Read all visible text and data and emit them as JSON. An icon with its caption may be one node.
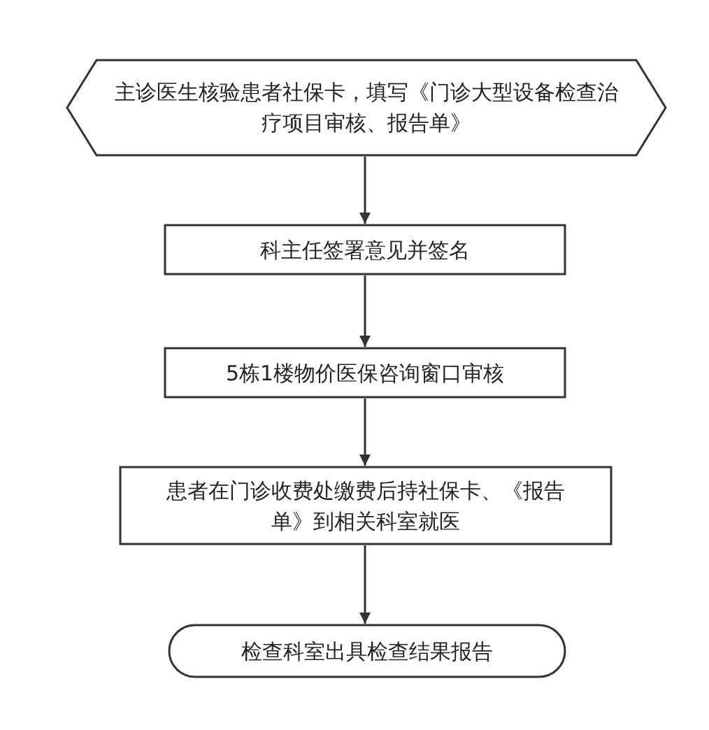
{
  "diagram": {
    "nodes": [
      {
        "text": [
          "主诊医生核验患者社保卡，填写《门诊大型设备检查治疗项目审核、报告单》"
        ]
      },
      {
        "text": [
          "科主任签署意见并签名"
        ]
      },
      {
        "text": [
          "5栋1楼物价医保咨询窗口审核"
        ]
      },
      {
        "text": [
          "患者在门诊收费处缴费后持社保卡、《报告单》到相关科室就医"
        ]
      },
      {
        "text": [
          "检查科室出具检查结果报告"
        ]
      }
    ],
    "edges": [
      {
        "from": 0,
        "to": 1,
        "arrow": "to"
      },
      {
        "from": 1,
        "to": 2,
        "arrow": "to"
      },
      {
        "from": 2,
        "to": 3,
        "arrow": "to"
      },
      {
        "from": 3,
        "to": 4,
        "arrow": "to"
      }
    ]
  }
}
